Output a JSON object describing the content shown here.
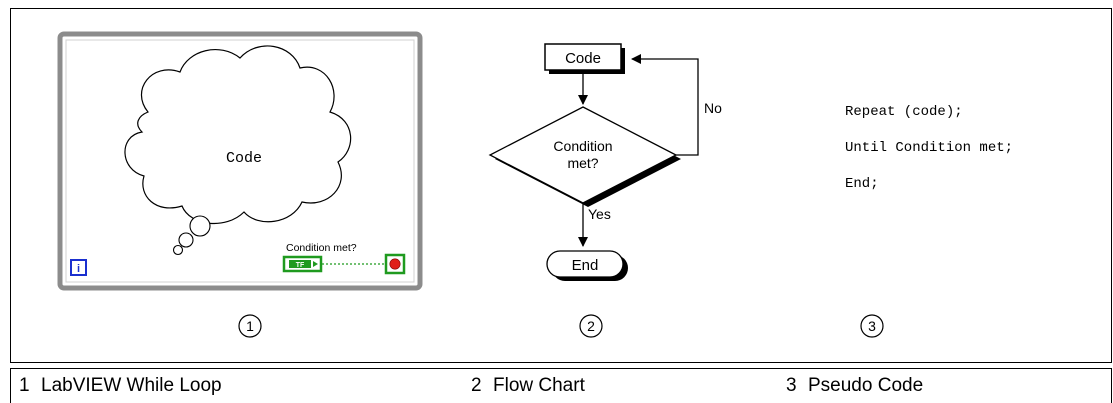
{
  "panel1": {
    "cloud_label": "Code",
    "condition_label": "Condition met?",
    "tf_label": "TF",
    "iteration_label": "i",
    "callout": "1"
  },
  "panel2": {
    "code_label": "Code",
    "no_label": "No",
    "condition_line1": "Condition",
    "condition_line2": "met?",
    "yes_label": "Yes",
    "end_label": "End",
    "callout": "2"
  },
  "panel3": {
    "lines": [
      "Repeat (code);",
      "Until Condition met;",
      "End;"
    ],
    "callout": "3"
  },
  "legend": [
    {
      "num": "1",
      "label": "LabVIEW While Loop"
    },
    {
      "num": "2",
      "label": "Flow Chart"
    },
    {
      "num": "3",
      "label": "Pseudo Code"
    }
  ],
  "colors": {
    "loop_border": "#8c8c8c",
    "tf_green": "#1f9a1f",
    "stop_red": "#e0201a",
    "iter_blue": "#1a2fcf"
  }
}
